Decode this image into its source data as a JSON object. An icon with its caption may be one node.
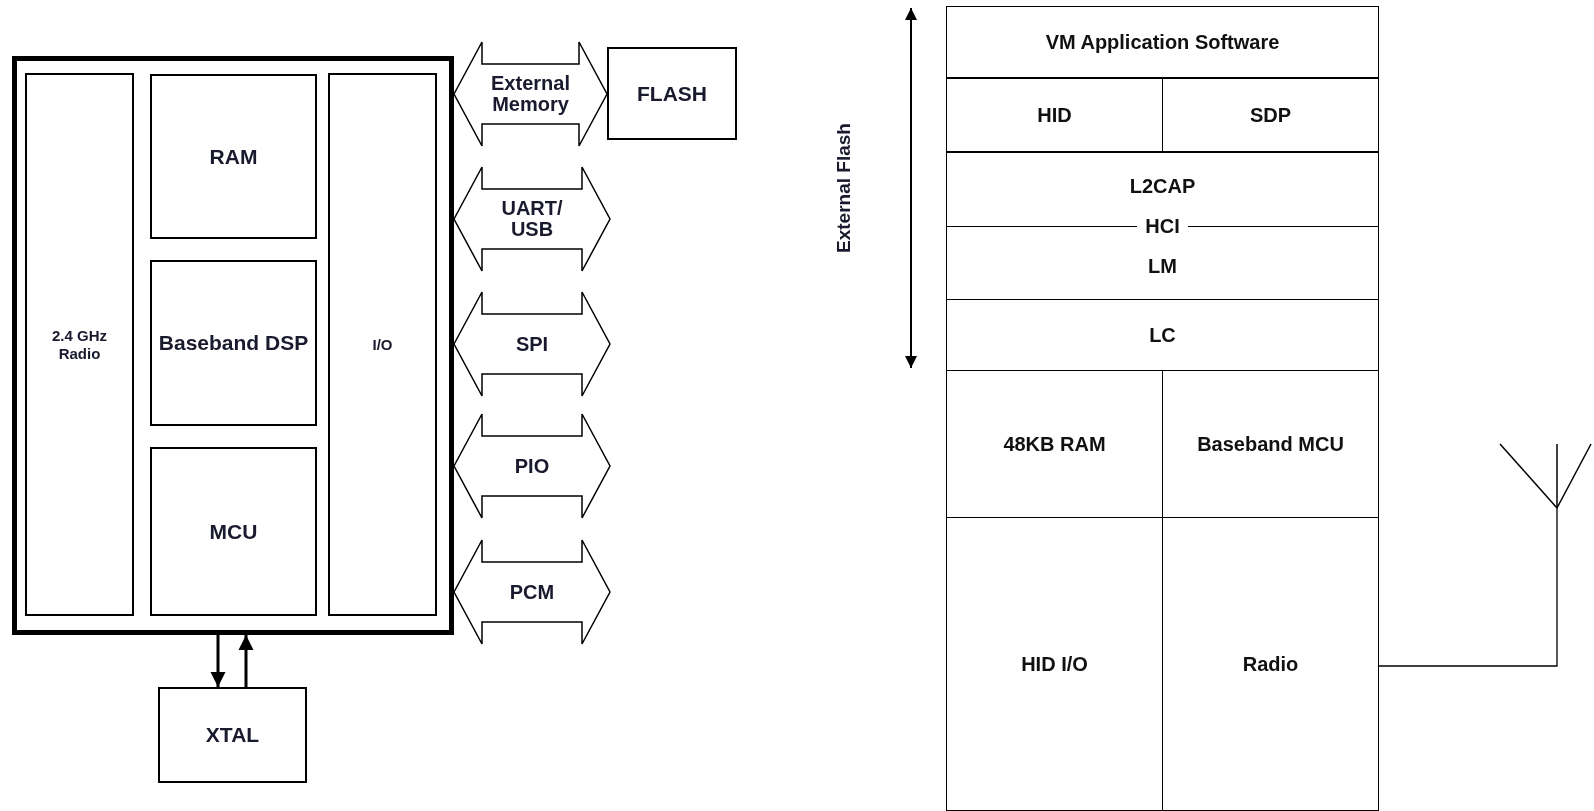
{
  "diagram": {
    "nodes": [
      {
        "text": [],
        "shape": "box"
      },
      {
        "text": [
          "2.4 GHz Radio"
        ],
        "in": 0
      },
      {
        "text": [
          "RAM"
        ],
        "in": 0
      },
      {
        "text": [
          "Baseband DSP"
        ],
        "in": 0
      },
      {
        "text": [
          "MCU"
        ],
        "in": 0
      },
      {
        "text": [
          "I/O"
        ],
        "in": 0
      },
      {
        "text": [
          "FLASH"
        ]
      },
      {
        "text": [
          "XTAL"
        ]
      },
      {
        "text": [
          "VM Application Software"
        ]
      },
      {
        "text": [
          "HID"
        ]
      },
      {
        "text": [
          "SDP"
        ]
      },
      {
        "text": [
          "L2CAP",
          "HCI",
          "LM"
        ]
      },
      {
        "text": [
          "LC"
        ]
      },
      {
        "text": [
          "48KB RAM"
        ]
      },
      {
        "text": [
          "Baseband MCU"
        ]
      },
      {
        "text": [
          "HID I/O"
        ]
      },
      {
        "text": [
          "Radio"
        ]
      },
      {
        "text": [],
        "shape": "picture"
      }
    ],
    "edges": [
      {
        "from": 5,
        "to": 6,
        "arrow": "both",
        "label": "External Memory"
      },
      {
        "from": 5,
        "to": null,
        "arrow": "both",
        "label": "UART/ USB"
      },
      {
        "from": 5,
        "to": null,
        "arrow": "both",
        "label": "SPI"
      },
      {
        "from": 5,
        "to": null,
        "arrow": "both",
        "label": "PIO"
      },
      {
        "from": 5,
        "to": null,
        "arrow": "both",
        "label": "PCM"
      },
      {
        "from": 0,
        "to": 7,
        "arrow": "to"
      },
      {
        "from": 7,
        "to": 0,
        "arrow": "to"
      },
      {
        "from": 16,
        "to": 17,
        "arrow": "none"
      }
    ],
    "labels": [
      "External Flash"
    ]
  }
}
